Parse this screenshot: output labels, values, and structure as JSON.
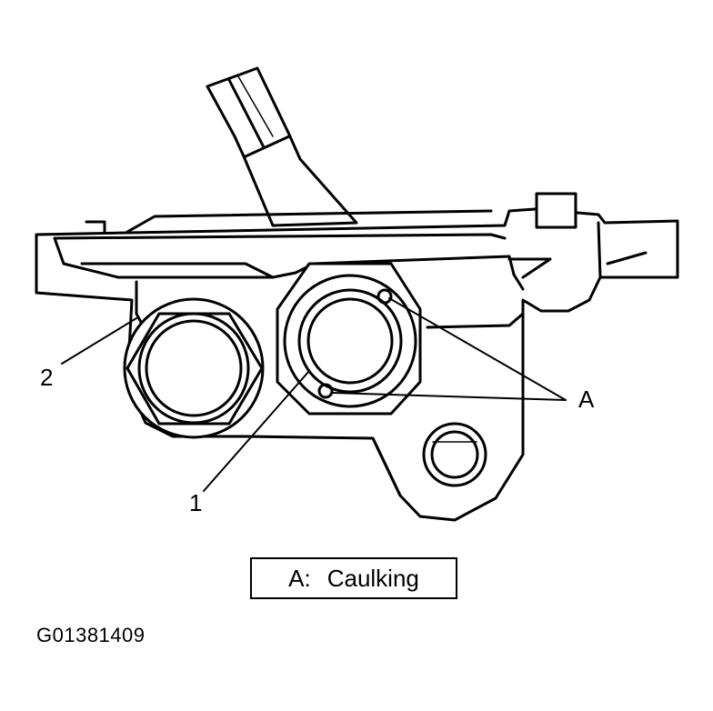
{
  "callouts": {
    "part_1": "1",
    "part_2": "2",
    "part_a": "A"
  },
  "legend": {
    "key": "A:",
    "value": "Caulking"
  },
  "figure_id": "G01381409"
}
